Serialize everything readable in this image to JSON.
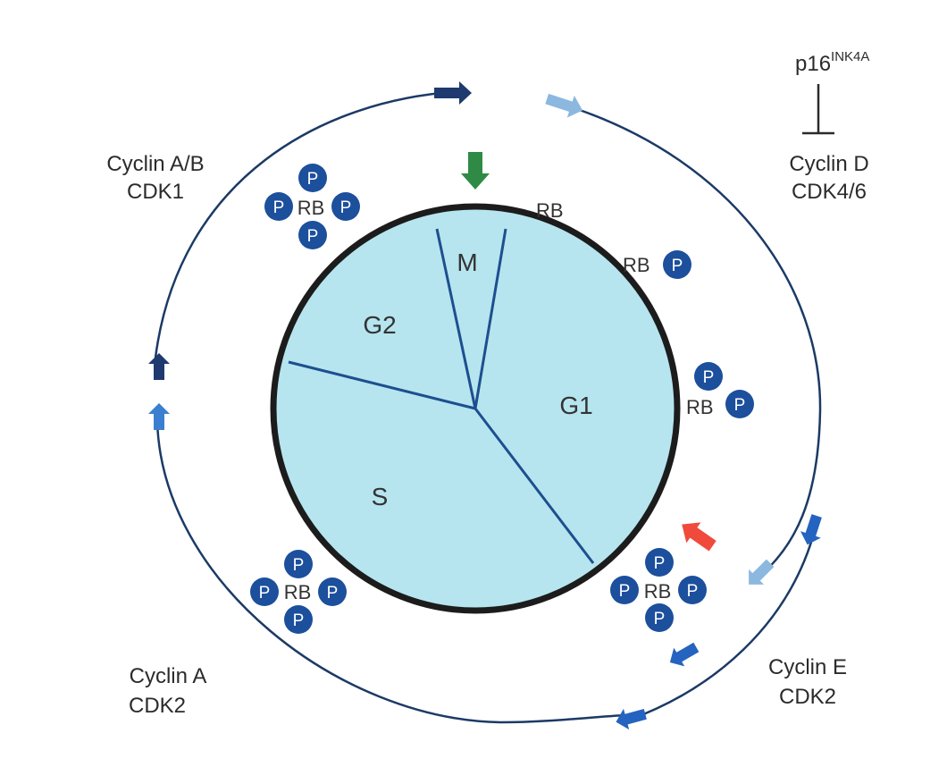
{
  "colors": {
    "circle_fill": "#b6e5ef",
    "circle_border": "#1c1c1c",
    "divider": "#1d4f8f",
    "outer_arc": "#1b3a66",
    "phospho": "#1c4f9c",
    "arrow_dark_navy": "#1e3a6e",
    "arrow_light_blue": "#8cb8df",
    "arrow_mid_blue": "#3a7fd0",
    "arrow_blue": "#2463c0",
    "arrow_green": "#2f8a45",
    "arrow_red": "#ef4a3c"
  },
  "phases": {
    "m": "M",
    "g1": "G1",
    "g2": "G2",
    "s": "S"
  },
  "complexes": {
    "cyclin_ab": {
      "line1": "Cyclin A/B",
      "line2": "CDK1"
    },
    "cyclin_d": {
      "line1": "Cyclin D",
      "line2": "CDK4/6"
    },
    "cyclin_e": {
      "line1": "Cyclin E",
      "line2": "CDK2"
    },
    "cyclin_a": {
      "line1": "Cyclin A",
      "line2": "CDK2"
    }
  },
  "inhibitor": {
    "name": "p16",
    "superscript": "INK4A"
  },
  "rb_label": "RB",
  "phospho_label": "P"
}
